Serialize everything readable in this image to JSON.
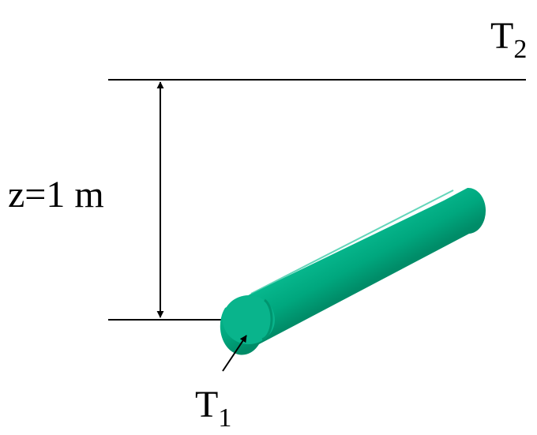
{
  "labels": {
    "top_temperature": {
      "main": "T",
      "sub": "2"
    },
    "bottom_temperature": {
      "main": "T",
      "sub": "1"
    },
    "height": "z=1 m"
  },
  "colors": {
    "cylinder_body": "#00a77e",
    "cylinder_end": "#08b78f",
    "cylinder_shadow": "#008f6a",
    "lines": "#000000"
  }
}
